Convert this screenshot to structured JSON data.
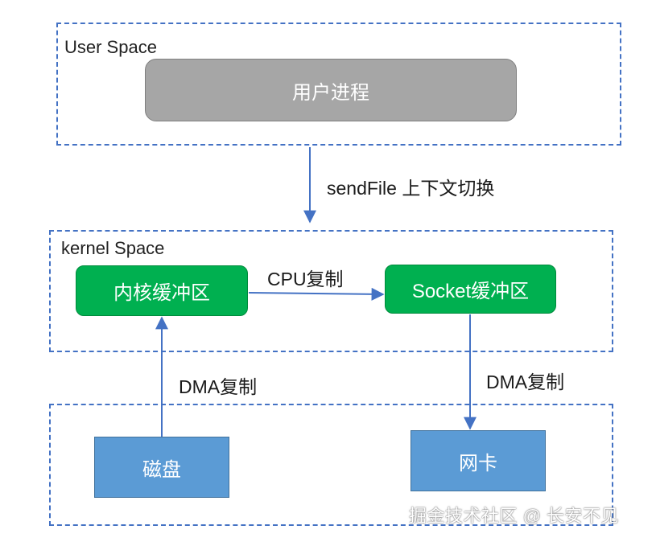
{
  "regions": {
    "user_space": {
      "label": "User Space"
    },
    "kernel_space": {
      "label": "kernel Space"
    },
    "hardware": {
      "label": ""
    }
  },
  "nodes": {
    "user_process": "用户进程",
    "kernel_buffer": "内核缓冲区",
    "socket_buffer": "Socket缓冲区",
    "disk": "磁盘",
    "nic": "网卡"
  },
  "edges": {
    "sendfile": "sendFile 上下文切换",
    "cpu_copy": "CPU复制",
    "dma_copy_in": "DMA复制",
    "dma_copy_out": "DMA复制"
  },
  "watermark": "掘金技术社区 @ 长安不见",
  "colors": {
    "region_border": "#4472c4",
    "arrow": "#4472c4",
    "process_box": "#a6a6a6",
    "buffer_box": "#00b050",
    "device_box": "#5b9bd5"
  }
}
